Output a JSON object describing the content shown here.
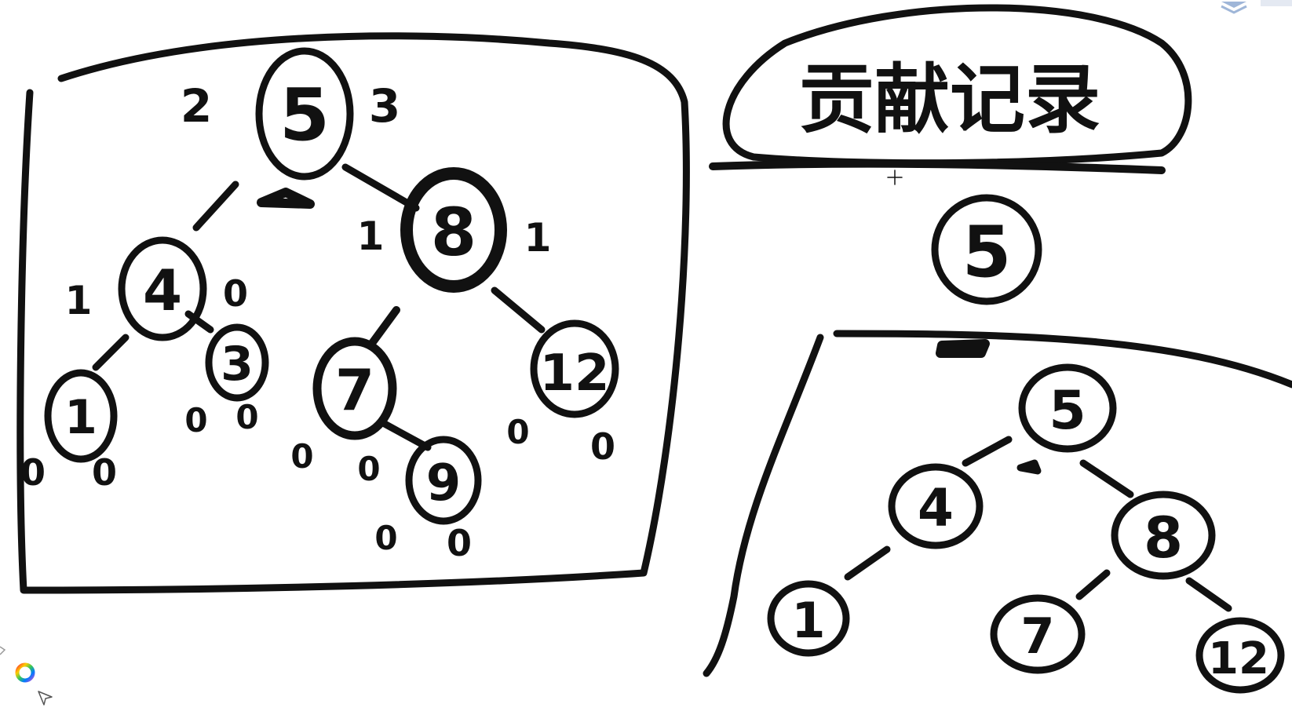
{
  "title": "贡献记录",
  "left_tree": {
    "nodes": [
      {
        "id": "n5",
        "label": "5",
        "left_count": "2",
        "right_count": "3"
      },
      {
        "id": "n4",
        "label": "4",
        "left_count": "1",
        "right_count": "0"
      },
      {
        "id": "n8",
        "label": "8",
        "left_count": "1",
        "right_count": "1"
      },
      {
        "id": "n1",
        "label": "1",
        "left_count": "0",
        "right_count": "0"
      },
      {
        "id": "n3",
        "label": "3",
        "left_count": "0",
        "right_count": "0"
      },
      {
        "id": "n7",
        "label": "7",
        "left_count": "0",
        "right_count": "0"
      },
      {
        "id": "n12",
        "label": "12",
        "left_count": "0",
        "right_count": "0"
      },
      {
        "id": "n9",
        "label": "9",
        "left_count": "0",
        "right_count": "0"
      }
    ]
  },
  "right_root": {
    "label": "5"
  },
  "right_subtree": {
    "nodes": [
      {
        "id": "r5",
        "label": "5"
      },
      {
        "id": "r4",
        "label": "4"
      },
      {
        "id": "r8",
        "label": "8"
      },
      {
        "id": "r1",
        "label": "1"
      },
      {
        "id": "r7",
        "label": "7"
      },
      {
        "id": "r12",
        "label": "12"
      }
    ]
  },
  "tools": {
    "color_wheel_icon": "color-wheel-icon",
    "pointer_icon": "pointer-icon",
    "crosshair_icon": "crosshair-icon"
  }
}
